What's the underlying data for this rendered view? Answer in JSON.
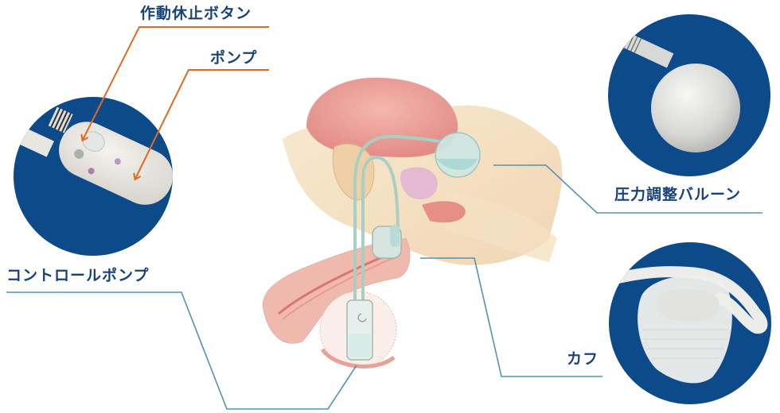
{
  "diagram": {
    "type": "device-component-callouts",
    "colors": {
      "circle_bg": "#0d4a8a",
      "label_text": "#17427a",
      "callout_line_orange": "#e06a1e",
      "callout_line_teal": "#4d95b3",
      "device_silicone": "#e9e7e2",
      "anatomy_pink": "#e59a94",
      "anatomy_beige": "#f1dcb8"
    },
    "labels": {
      "deactivation_button": "作動休止ボタン",
      "pump": "ポンプ",
      "control_pump": "コントロールポンプ",
      "pressure_balloon": "圧力調整バルーン",
      "cuff": "カフ"
    },
    "insets": [
      {
        "id": "control-pump",
        "label_key": "control_pump"
      },
      {
        "id": "pressure-balloon",
        "label_key": "pressure_balloon"
      },
      {
        "id": "cuff",
        "label_key": "cuff"
      }
    ]
  }
}
